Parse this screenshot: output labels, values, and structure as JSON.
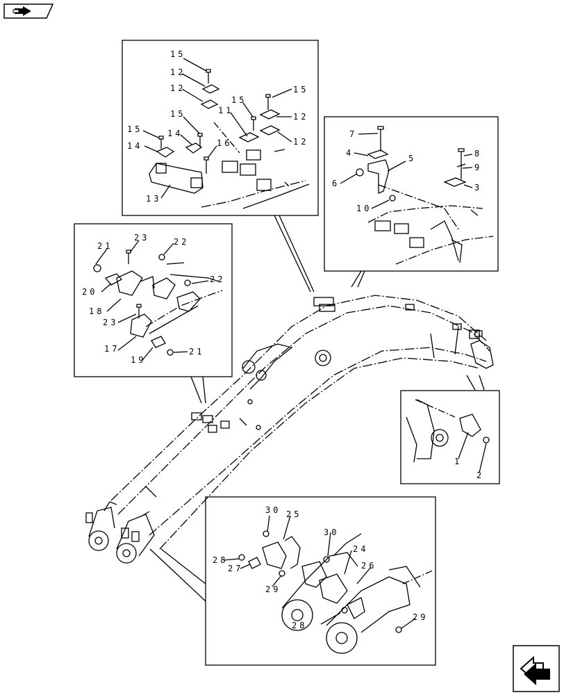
{
  "diagram": {
    "callouts": [
      {
        "n": "15",
        "group": "detail-top-left"
      },
      {
        "n": "12",
        "group": "detail-top-left"
      },
      {
        "n": "12",
        "group": "detail-top-left"
      },
      {
        "n": "15",
        "group": "detail-top-left"
      },
      {
        "n": "15",
        "group": "detail-top-left"
      },
      {
        "n": "11",
        "group": "detail-top-left"
      },
      {
        "n": "12",
        "group": "detail-top-left"
      },
      {
        "n": "15",
        "group": "detail-top-left"
      },
      {
        "n": "14",
        "group": "detail-top-left"
      },
      {
        "n": "14",
        "group": "detail-top-left"
      },
      {
        "n": "16",
        "group": "detail-top-left"
      },
      {
        "n": "12",
        "group": "detail-top-left"
      },
      {
        "n": "13",
        "group": "detail-top-left"
      },
      {
        "n": "7",
        "group": "detail-top-right"
      },
      {
        "n": "4",
        "group": "detail-top-right"
      },
      {
        "n": "5",
        "group": "detail-top-right"
      },
      {
        "n": "8",
        "group": "detail-top-right"
      },
      {
        "n": "9",
        "group": "detail-top-right"
      },
      {
        "n": "6",
        "group": "detail-top-right"
      },
      {
        "n": "3",
        "group": "detail-top-right"
      },
      {
        "n": "10",
        "group": "detail-top-right"
      },
      {
        "n": "21",
        "group": "detail-mid-left"
      },
      {
        "n": "23",
        "group": "detail-mid-left"
      },
      {
        "n": "22",
        "group": "detail-mid-left"
      },
      {
        "n": "22",
        "group": "detail-mid-left"
      },
      {
        "n": "20",
        "group": "detail-mid-left"
      },
      {
        "n": "18",
        "group": "detail-mid-left"
      },
      {
        "n": "23",
        "group": "detail-mid-left"
      },
      {
        "n": "17",
        "group": "detail-mid-left"
      },
      {
        "n": "19",
        "group": "detail-mid-left"
      },
      {
        "n": "21",
        "group": "detail-mid-left"
      },
      {
        "n": "1",
        "group": "detail-right"
      },
      {
        "n": "2",
        "group": "detail-right"
      },
      {
        "n": "30",
        "group": "detail-bottom"
      },
      {
        "n": "25",
        "group": "detail-bottom"
      },
      {
        "n": "30",
        "group": "detail-bottom"
      },
      {
        "n": "24",
        "group": "detail-bottom"
      },
      {
        "n": "28",
        "group": "detail-bottom"
      },
      {
        "n": "27",
        "group": "detail-bottom"
      },
      {
        "n": "26",
        "group": "detail-bottom"
      },
      {
        "n": "29",
        "group": "detail-bottom"
      },
      {
        "n": "28",
        "group": "detail-bottom"
      },
      {
        "n": "29",
        "group": "detail-bottom"
      }
    ]
  },
  "navigation": {
    "prev_icon": "page-back-arrow-icon",
    "next_icon": "page-forward-arrow-icon"
  },
  "colors": {
    "ink": "#000000",
    "paper": "#ffffff"
  }
}
